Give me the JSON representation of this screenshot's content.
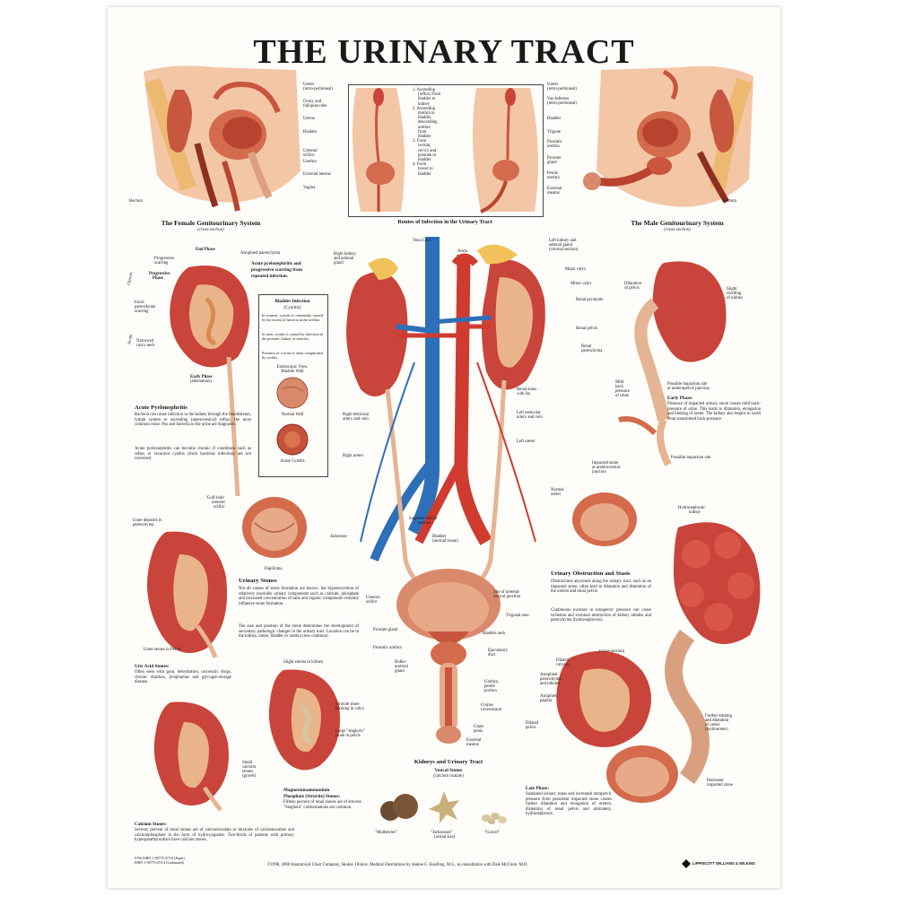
{
  "title": "THE URINARY TRACT",
  "female": {
    "caption": "The Female Genitourinary System",
    "sub": "(cross-section)",
    "labels": [
      "Ureter",
      "(retro-peritoneal)",
      "Ovary and",
      "fallopian tube",
      "Uterus",
      "Bladder",
      "Ureteral",
      "orifice",
      "Urethra",
      "External meatus",
      "Vagina",
      "Rectum"
    ]
  },
  "routes": {
    "caption": "Routes of Infection in the Urinary Tract",
    "list": [
      "1. Ascending",
      "(reflux) from",
      "bladder to",
      "kidney",
      "2. Ascending",
      "urethra to",
      "bladder,",
      "descending",
      "urethra",
      "from",
      "bladder",
      "3. From",
      "rectum,",
      "cervix and",
      "prostate to",
      "bladder",
      "4. From",
      "bowel to",
      "bladder"
    ]
  },
  "male": {
    "caption": "The Male Genitourinary System",
    "sub": "(cross-section)",
    "labels": [
      "Ureter",
      "(retro-peritoneal)",
      "Vas deferens",
      "(retro-peritoneal)",
      "Bladder",
      "Trigone",
      "Prostatic",
      "urethra",
      "Prostate",
      "gland",
      "Penile",
      "urethra",
      "External",
      "meatus",
      "Rectum"
    ]
  },
  "pyelo": {
    "labels": [
      "End Phase",
      "Atrophied parenchyma",
      "Progressive",
      "scarring",
      "Progressive",
      "Phase",
      "Chronic",
      "Focal",
      "parenchyma",
      "scarring",
      "Acute",
      "Narrowed",
      "calyx neck",
      "Early Phase",
      "(edematous)"
    ],
    "caption_head": "Acute pyelonephritis and",
    "caption2": "progressive scarring from",
    "caption3": "repeated infection.",
    "heading": "Acute Pyelonephritis",
    "p1": "Bacteria can cause infection in the kidney through the bloodstream, lymph system or ascending (anterovesical) reflux, the most common route. Pus and bacteria in the urine are diagnostic.",
    "p2": "Acute pyelonephritis can become chronic if conditions such as reflux or recurrent cystitis (from bacterial infection) are not corrected."
  },
  "bladder_infection": {
    "heading": "Bladder Infection",
    "sub": "(Cystitis)",
    "p1": "In women, cystitis is commonly caused by the ascent of bacteria in the urethra.",
    "p2": "In men, cystitis is caused by infection in the prostate, kidney or testicles.",
    "p3": "Presence of a stone is often complicated by cystitis.",
    "endo": "Endoscopic View,",
    "endo2": "Bladder Wall",
    "normal": "Normal Wall",
    "acute": "Acute Cystitis"
  },
  "center": {
    "labels": [
      "Vena Cava",
      "Aorta",
      "Right kidney",
      "and adrenal",
      "gland",
      "Left kidney and",
      "adrenal gland",
      "(coronal section)",
      "Major calyx",
      "Minor calyx",
      "Renal pyramids",
      "Renal pelvis",
      "Renal",
      "parenchyma",
      "Renal sinus",
      "with fat",
      "Right testicular",
      "artery and vein",
      "Left testicular",
      "artery and vein",
      "Left ureter",
      "Right ureter",
      "Superior vesical",
      "arteries",
      "Bladder",
      "(normal tissue)",
      "Ureteral",
      "orifice",
      "Site of ureteral-",
      "vesical junction",
      "Trigonal area",
      "Prostate gland",
      "Bladder neck",
      "Prostatic urethra",
      "Ejaculatory",
      "duct",
      "Bulbo-",
      "urethral",
      "gland",
      "Urethra,",
      "penile",
      "portion",
      "Corpus",
      "cavernosum",
      "Glans",
      "penis",
      "External",
      "meatus"
    ],
    "caption": "Kidneys and Urinary Tract"
  },
  "stones": {
    "labels": [
      "'Golf-hole'",
      "ureteral",
      "orifice",
      "Jackstone",
      "Papilloma",
      "Urate deposits in",
      "parenchyma",
      "Urate stones in Pelvis",
      "Slight edema to kidney",
      "Struvite stone",
      "forming in calyx",
      "Large \"staghorn\"",
      "stone in pelvis",
      "Small",
      "calcium",
      "stones",
      "(gravel)"
    ],
    "heading": "Urinary Stones",
    "p1": "Not all causes of stone formation are known, but hyperexcretion of relatively insoluble urinary components such as calcium, phosphate and increased concentration of salts and organic compounds certainly influence stone formation.",
    "p2": "The size and position of the stone determines the development of secondary pathologic changes in the urinary tract. Location can be in the kidney, ureter, bladder or urethra (less common).",
    "uric_head": "Uric Acid Stones:",
    "uric": "Often seen with gout, dehydration, uricosuric drugs, chronic diarrhea, lymphomas and glycogen-storage disease.",
    "mag_head": "Magnesiumammonium",
    "mag_head2": "Phosphate (Struvite) Stones:",
    "mag": "Fifteen percent of renal stones are of struvite. \"Staghorn\" conformations are common.",
    "calc_head": "Calcium Stones:",
    "calc": "Seventy percent of renal stones are of calciumoxalate or mixtures of calciumoxalate and calciumphosphate in the form of hydroxyapatite. Two-thirds of patients with primary hyperparathyroidism have calcium stones.",
    "vesical": "Vesical Stones",
    "vesical_sub": "(calcium oxalate)",
    "types": [
      "\"Mulberries\"",
      "\"Jackstones\"",
      "(actual size)",
      "\"Gravel\""
    ]
  },
  "obstruction": {
    "labels": [
      "Dilatation",
      "of pelvis",
      "Slight",
      "swelling",
      "of kidney",
      "Mild",
      "back",
      "pressure",
      "of urine",
      "Possible impaction site",
      "at ureteropelvic junction",
      "Possible impaction site",
      "Impacted stone",
      "at ureterovesical",
      "junction",
      "Normal",
      "ureter",
      "Hydronephrotic",
      "kidney",
      "(cross-section)",
      "Dilated",
      "calyces",
      "Atrophied",
      "parenchyma",
      "and tubules",
      "Atrophied",
      "papilla",
      "Dilated",
      "pelvis",
      "Further kinking",
      "and dilatation",
      "of ureter",
      "(hydroureter)",
      "Persistent",
      "impacted stone"
    ],
    "early_head": "Early Phase:",
    "early": "Presence of impacted urinary stone causes mild back-pressure of urine. This leads to dilatation, elongation and kinking of ureter. The kidney also begins to swell from transmitted back-pressure.",
    "heading": "Urinary Obstruction and Stasis",
    "p1": "Obstructions anywhere along the urinary tract, such as an impacted stone, often lead to dilatation and distention of the ureters and renal pelvis.",
    "p2": "Continuous increase in intrapelvic pressure can cause ischemia and eventual destruction of kidney tubules and parenchyma (hydronephrosis).",
    "late_head": "Late Phase:",
    "late": "Sustained urinary stasis and increased intrapelvic pressure from persistent impacted stone causes further dilatation and elongation of ureters, distention of renal pelvis and ultimately, hydronephrosis."
  },
  "footer": {
    "codes": [
      "9766  ISBN 1-58779-473-6 (Paper)",
      "       ISBN 1-58779-474-4 (Laminated)"
    ],
    "credit": "©1998, 2000 Anatomical Chart Company, Skokie, Illinois. Medical illustrations by Jeanne C. Koelling, M.S., in consultation with Dale McClure, M.D.",
    "publisher": "LIPPINCOTT WILLIAMS & WILKINS"
  },
  "colors": {
    "kidney": "#c9443a",
    "kidney_dark": "#9e2c25",
    "vein": "#2d6fb8",
    "artery": "#cf3b2f",
    "flesh": "#e8a988",
    "fat": "#f2d27a"
  }
}
